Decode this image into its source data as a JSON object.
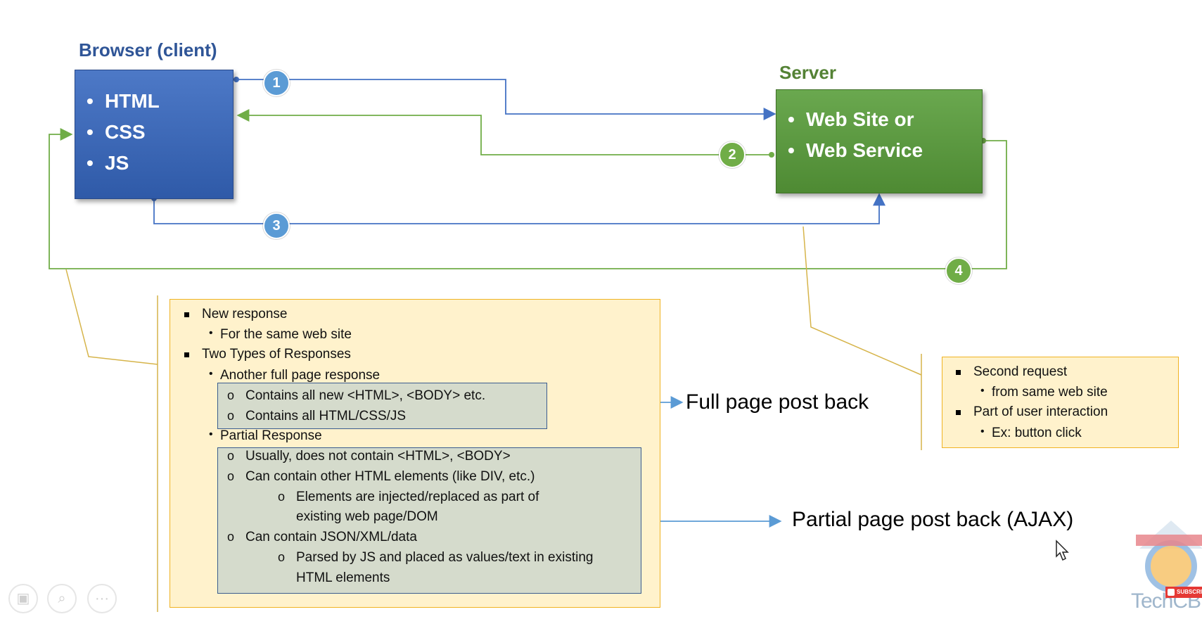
{
  "browser": {
    "title": "Browser (client)",
    "items": [
      "HTML",
      "CSS",
      "JS"
    ]
  },
  "server": {
    "title": "Server",
    "items": [
      "Web Site or",
      "Web Service"
    ]
  },
  "steps": [
    "1",
    "2",
    "3",
    "4"
  ],
  "note_main": {
    "l1": "New response",
    "l1a": "For the same web site",
    "l2": "Two Types of Responses",
    "l2a": "Another full page response",
    "full_box": [
      "Contains all new <HTML>, <BODY> etc.",
      "Contains all HTML/CSS/JS"
    ],
    "l2b": "Partial Response",
    "partial_box": {
      "p1": "Usually, does not contain <HTML>, <BODY>",
      "p2": "Can contain other HTML elements (like DIV, etc.)",
      "p2a_line1": "Elements are injected/replaced as part of",
      "p2a_line2": "existing web page/DOM",
      "p3": "Can contain JSON/XML/data",
      "p3a_line1": "Parsed by JS and placed as values/text in existing",
      "p3a_line2": "HTML elements"
    }
  },
  "note_small": {
    "l1": "Second request",
    "l1a": "from same web site",
    "l2": "Part of user interaction",
    "l2a": "Ex: button click"
  },
  "labels": {
    "full": "Full page post back",
    "partial": "Partial page post back (AJAX)"
  },
  "logo": {
    "text": "TechCB",
    "badge": "SUBSCRIBE"
  },
  "colors": {
    "browser_blue": "#2f5597",
    "server_green": "#548235",
    "note_fill": "#fff2cc",
    "grey_box": "#d5dbcc"
  },
  "icons": [
    "slides-icon",
    "zoom-icon",
    "more-icon",
    "mouse-cursor-icon"
  ]
}
